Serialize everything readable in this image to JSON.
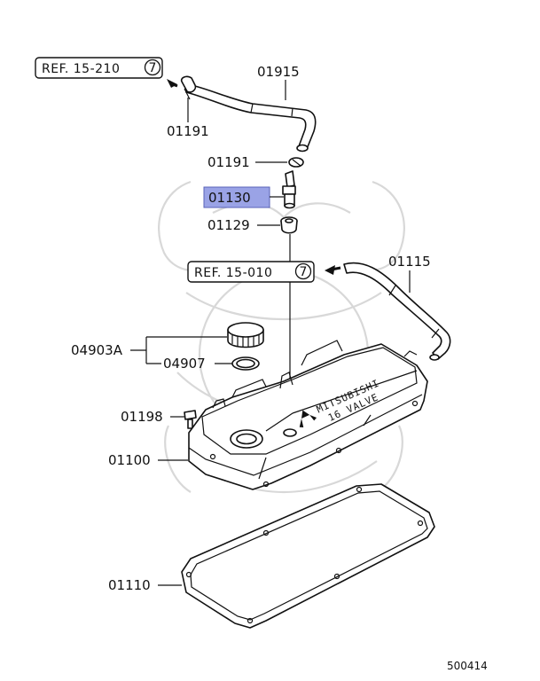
{
  "references": {
    "ref_top": {
      "text": "REF. 15-210",
      "circled": "7"
    },
    "ref_mid": {
      "text": "REF. 15-010",
      "circled": "7"
    }
  },
  "parts": {
    "p01915": "01915",
    "p01191_a": "01191",
    "p01191_b": "01191",
    "p01130": "01130",
    "p01129": "01129",
    "p01115": "01115",
    "p04903A": "04903A",
    "p04907": "04907",
    "p01198": "01198",
    "p01100": "01100",
    "p01110": "01110"
  },
  "highlight": {
    "part": "01130",
    "color": "#9aa3e6"
  },
  "cover_text": {
    "line1": "MITSUBISHI",
    "line2": "16 VALVE"
  },
  "diagram_code": "500414"
}
